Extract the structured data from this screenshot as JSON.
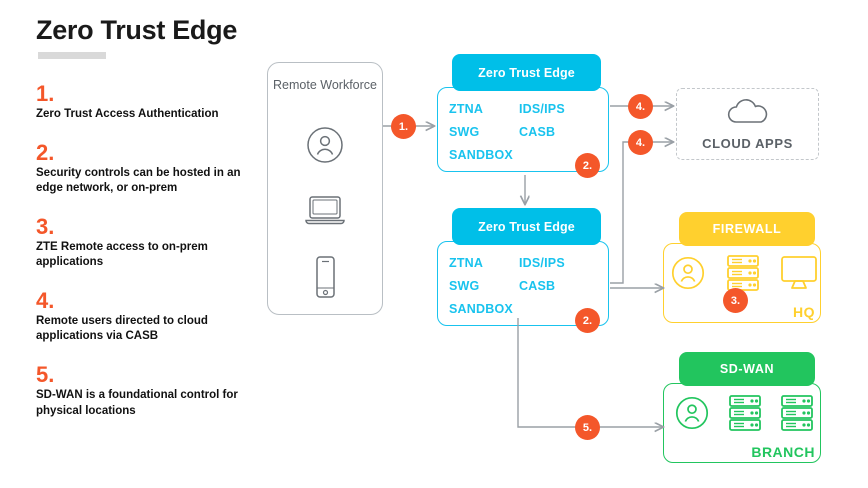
{
  "header": {
    "title": "Zero Trust Edge"
  },
  "legend": {
    "items": [
      {
        "num": "1.",
        "text": "Zero Trust Access Authentication"
      },
      {
        "num": "2.",
        "text": "Security controls can be hosted in an edge network, or on-prem"
      },
      {
        "num": "3.",
        "text": "ZTE Remote access to on-prem applications"
      },
      {
        "num": "4.",
        "text": "Remote users directed to cloud applications via CASB"
      },
      {
        "num": "5.",
        "text": "SD-WAN is a foundational control for physical locations"
      }
    ]
  },
  "diagram": {
    "remote_workforce": {
      "title": "Remote Workforce",
      "icons": [
        "user-circle-icon",
        "laptop-icon",
        "smartphone-icon"
      ]
    },
    "zte_nodes": [
      {
        "header": "Zero Trust Edge",
        "terms": [
          "ZTNA",
          "IDS/IPS",
          "SWG",
          "CASB",
          "SANDBOX"
        ],
        "badge": "2."
      },
      {
        "header": "Zero Trust Edge",
        "terms": [
          "ZTNA",
          "IDS/IPS",
          "SWG",
          "CASB",
          "SANDBOX"
        ],
        "badge": "2."
      }
    ],
    "cloud_apps": {
      "label": "CLOUD APPS",
      "icon": "cloud-icon"
    },
    "firewall": {
      "header": "FIREWALL",
      "site_label": "HQ",
      "badge": "3.",
      "icons": [
        "user-circle-icon",
        "server-rack-icon",
        "monitor-icon"
      ]
    },
    "sdwan": {
      "header": "SD-WAN",
      "site_label": "BRANCH",
      "icons": [
        "user-circle-icon",
        "server-rack-icon",
        "server-rack-icon"
      ]
    },
    "flow_badges": {
      "workforce_to_zte": "1.",
      "zte1_to_cloud": "4.",
      "zte2_to_cloud": "4.",
      "zte2_to_sdwan": "5."
    }
  },
  "colors": {
    "accent_orange": "#f4572a",
    "cyan": "#00bfe8",
    "cyan_border": "#19c3ee",
    "yellow": "#ffd02e",
    "green": "#22c55e",
    "wire_gray": "#9aa0a6",
    "panel_gray": "#b9bfc4"
  }
}
